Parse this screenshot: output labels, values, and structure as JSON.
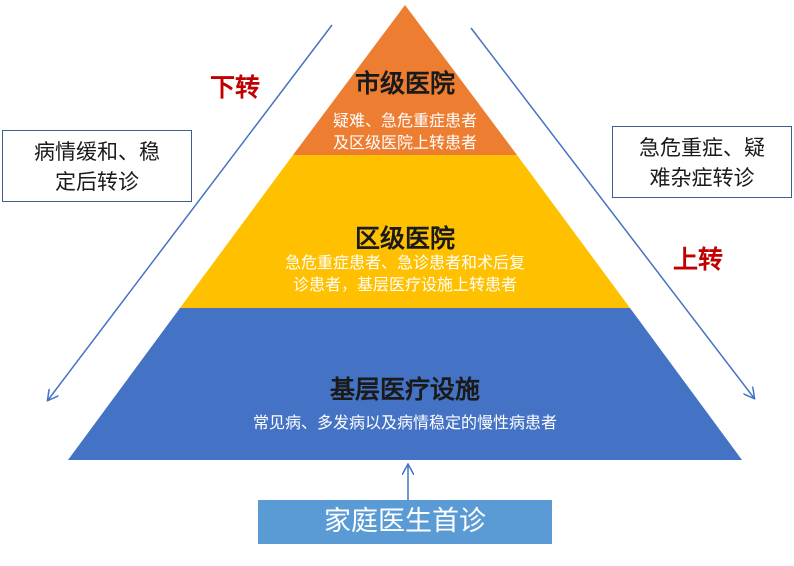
{
  "tiers": {
    "top": {
      "title": "市级医院",
      "desc_line1": "疑难、急危重症患者",
      "desc_line2": "及区级医院上转患者",
      "color": "#ed7d31"
    },
    "middle": {
      "title": "区级医院",
      "desc_line1": "急危重症患者、急诊患者和术后复",
      "desc_line2": "诊患者，基层医疗设施上转患者",
      "color": "#ffc000"
    },
    "bottom": {
      "title": "基层医疗设施",
      "desc": "常见病、多发病以及病情稳定的慢性病患者",
      "color": "#4472c4"
    }
  },
  "left_box": {
    "line1": "病情缓和、稳",
    "line2": "定后转诊"
  },
  "right_box": {
    "line1": "急危重症、疑",
    "line2": "难杂症转诊"
  },
  "down_label": "下转",
  "up_label": "上转",
  "entry": {
    "label": "家庭医生首诊",
    "color": "#5b9bd5"
  },
  "arrow_color": "#4472c4",
  "label_color": "#c00000"
}
